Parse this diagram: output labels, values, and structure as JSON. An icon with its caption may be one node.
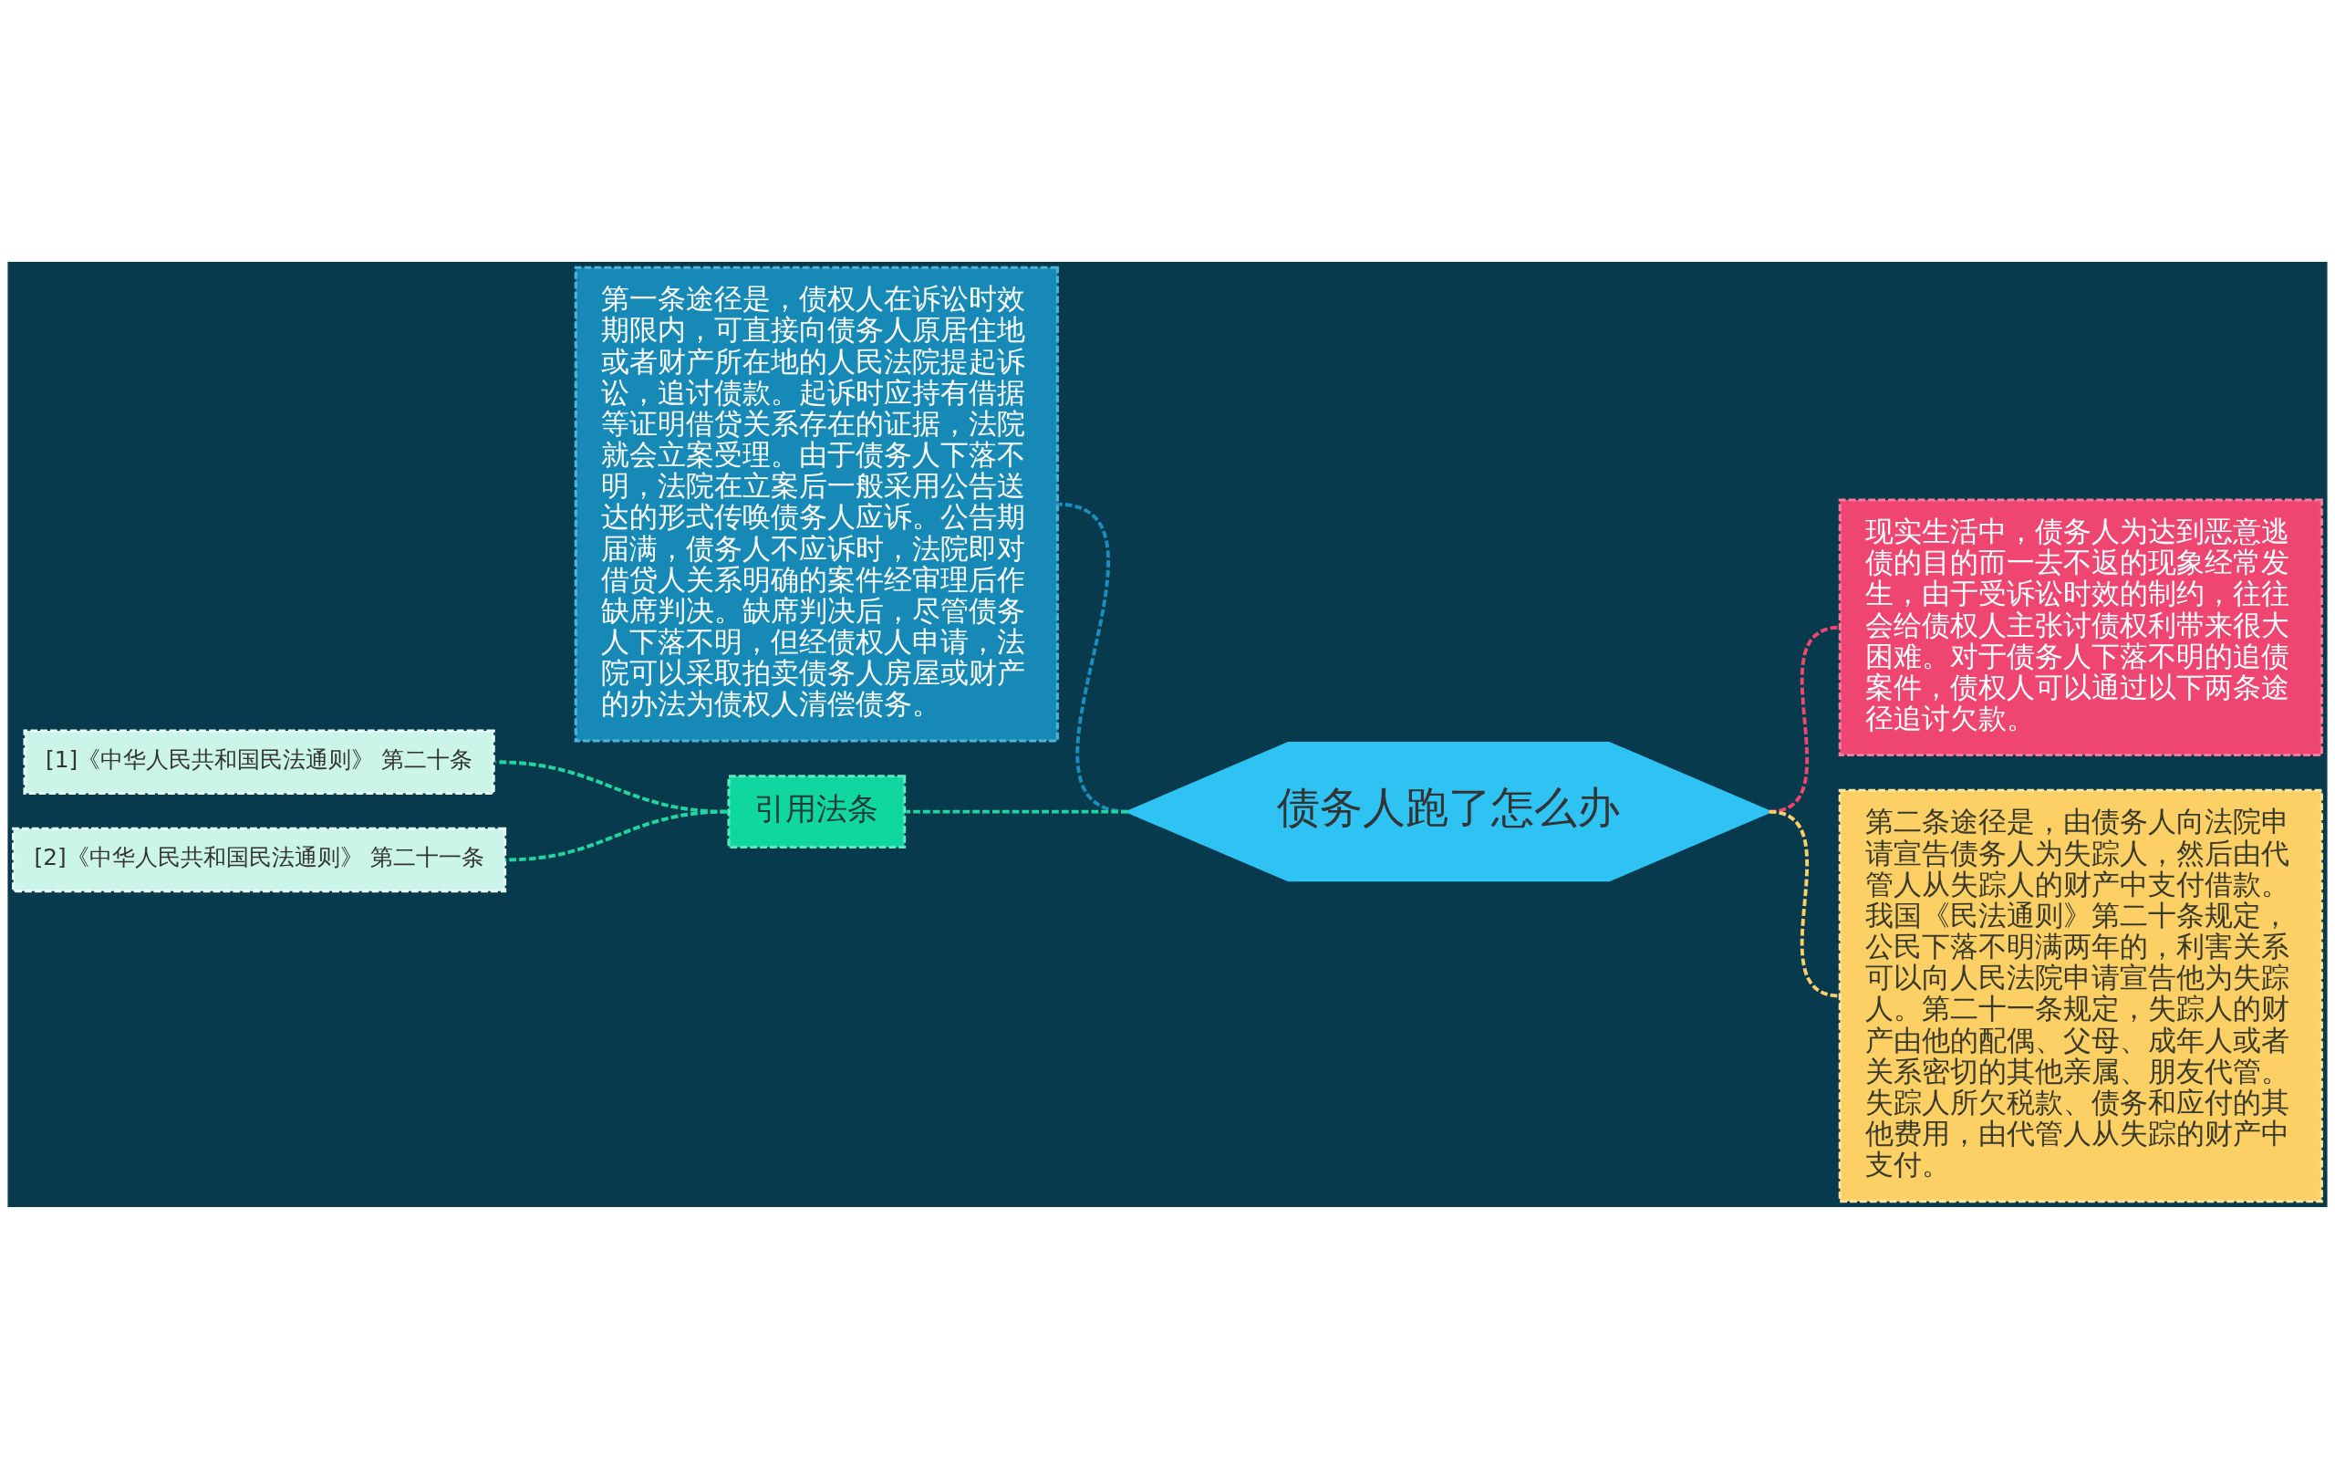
{
  "diagram": {
    "nodes": [
      {
        "text": [
          "债务人跑了怎么办"
        ]
      },
      {
        "text": [
          "第一条途径是，债权人在诉讼时效期限内，可直接向债务人原居住地或者财产所在地的人民法院提起诉讼，追讨债款。起诉时应持有借据等证明借贷关系存在的证据，法院就会立案受理。由于债务人下落不明，法院在立案后一般采用公告送达的形式传唤债务人应诉。公告期届满，债务人不应诉时，法院即对借贷人关系明确的案件经审理后作缺席判决。缺席判决后，尽管债务人下落不明，但经债权人申请，法院可以采取拍卖债务人房屋或财产的办法为债权人清偿债务。"
        ]
      },
      {
        "text": [
          "引用法条"
        ]
      },
      {
        "text": [
          "[1]《中华人民共和国民法通则》 第二十条"
        ]
      },
      {
        "text": [
          "[2]《中华人民共和国民法通则》 第二十一条"
        ]
      },
      {
        "text": [
          "现实生活中，债务人为达到恶意逃债的目的而一去不返的现象经常发生，由于受诉讼时效的制约，往往会给债权人主张讨债权利带来很大困难。对于债务人下落不明的追债案件，债权人可以通过以下两条途径追讨欠款。"
        ]
      },
      {
        "text": [
          "第二条途径是，由债务人向法院申请宣告债务人为失踪人，然后由代管人从失踪人的财产中支付借款。我国《民法通则》第二十条规定，公民下落不明满两年的，利害关系可以向人民法院申请宣告他为失踪人。第二十一条规定，失踪人的财产由他的配偶、父母、成年人或者关系密切的其他亲属、朋友代管。失踪人所欠税款、债务和应付的其他费用，由代管人从失踪的财产中支付。"
        ]
      }
    ],
    "edges": [
      {
        "from": 0,
        "to": 1,
        "arrow": "none",
        "style": "dashed",
        "color": "#1a8fbf"
      },
      {
        "from": 0,
        "to": 2,
        "arrow": "none",
        "style": "dashed"
      },
      {
        "from": 2,
        "to": 3,
        "arrow": "none",
        "style": "dashed"
      },
      {
        "from": 2,
        "to": 4,
        "arrow": "none",
        "style": "dashed"
      },
      {
        "from": 0,
        "to": 5,
        "arrow": "none",
        "style": "dashed",
        "color": "#ef4571"
      },
      {
        "from": 0,
        "to": 6,
        "arrow": "none",
        "style": "dashed",
        "color": "#fdd065"
      }
    ]
  }
}
